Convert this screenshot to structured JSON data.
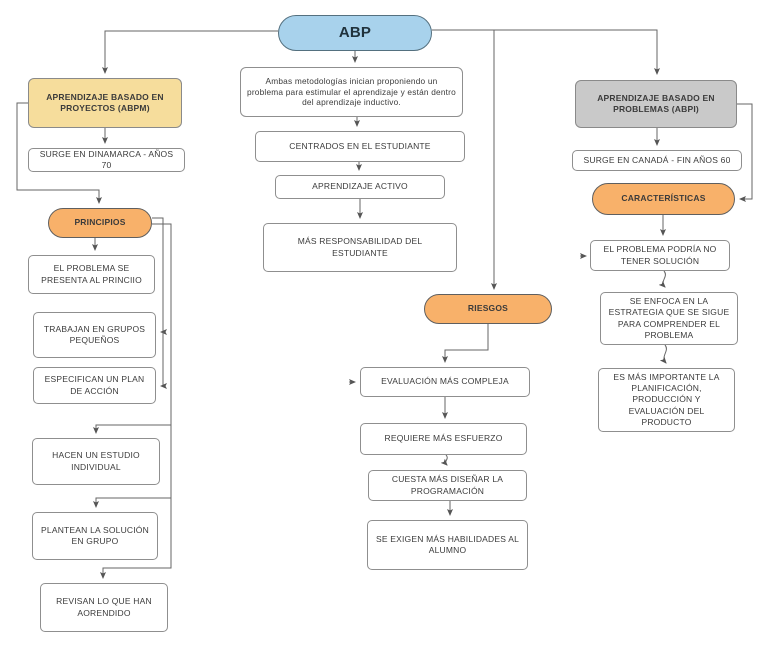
{
  "diagram": {
    "root": {
      "label": "ABP"
    },
    "intro": {
      "text": "Ambas metodologías inician proponiendo un problema para estimular el aprendizaje y están dentro del aprendizaje inductivo."
    },
    "shared": {
      "items": [
        "CENTRADOS EN EL ESTUDIANTE",
        "APRENDIZAJE ACTIVO",
        "MÁS RESPONSABILIDAD DEL ESTUDIANTE"
      ]
    },
    "left": {
      "header": "APRENDIZAJE BASADO EN PROYECTOS (ABPm)",
      "origin": "SURGE EN DINAMARCA - AÑOS 70",
      "group_label": "PRINCIPIOS",
      "items": [
        "EL PROBLEMA SE PRESENTA AL PRINCIIO",
        "TRABAJAN EN GRUPOS PEQUEÑOS",
        "ESPECIFICAN UN PLAN DE ACCIÓN",
        "HACEN UN ESTUDIO INDIVIDUAL",
        "PLANTEAN LA SOLUCIÓN EN GRUPO",
        "REVISAN LO QUE HAN AORENDIDO"
      ]
    },
    "risks": {
      "group_label": "RIESGOS",
      "items": [
        "EVALUACIÓN MÁS COMPLEJA",
        "REQUIERE MÁS ESFUERZO",
        "CUESTA MÁS DISEÑAR LA PROGRAMACIÓN",
        "SE EXIGEN MÁS HABILIDADES AL ALUMNO"
      ]
    },
    "right": {
      "header": "APRENDIZAJE BASADO EN PROBLEMAS (ABPI)",
      "origin": "SURGE EN CANADÁ - FIN AÑOS 60",
      "group_label": "CARACTERÍSTICAS",
      "items": [
        "EL PROBLEMA PODRÍA NO TENER SOLUCIÓN",
        "SE ENFOCA EN LA ESTRATEGIA QUE SE SIGUE PARA COMPRENDER EL PROBLEMA",
        "ES MÁS IMPORTANTE LA PLANIFICACIÓN, PRODUCCIÓN Y EVALUACIÓN DEL PRODUCTO"
      ]
    },
    "colors": {
      "root_fill": "#a8d2ec",
      "group_fill": "#f8b16a",
      "left_header_fill": "#f6dd9c",
      "right_header_fill": "#c9c9c9",
      "connector": "#666666"
    }
  }
}
